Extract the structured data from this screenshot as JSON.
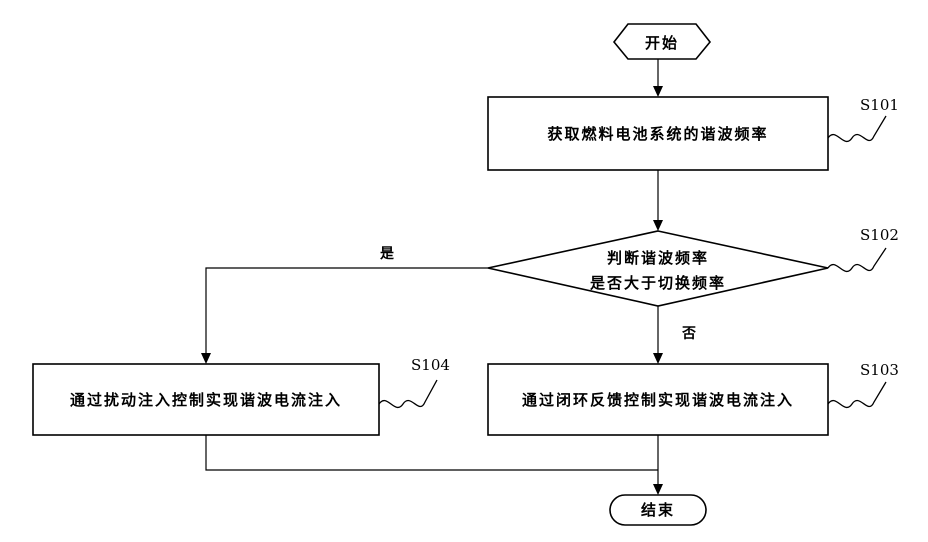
{
  "nodes": {
    "start": "开始",
    "s101": "获取燃料电池系统的谐波频率",
    "s102_line1": "判断谐波频率",
    "s102_line2": "是否大于切换频率",
    "s103": "通过闭环反馈控制实现谐波电流注入",
    "s104": "通过扰动注入控制实现谐波电流注入",
    "end": "结束"
  },
  "step_labels": {
    "s101": "S101",
    "s102": "S102",
    "s103": "S103",
    "s104": "S104"
  },
  "branches": {
    "yes": "是",
    "no": "否"
  }
}
